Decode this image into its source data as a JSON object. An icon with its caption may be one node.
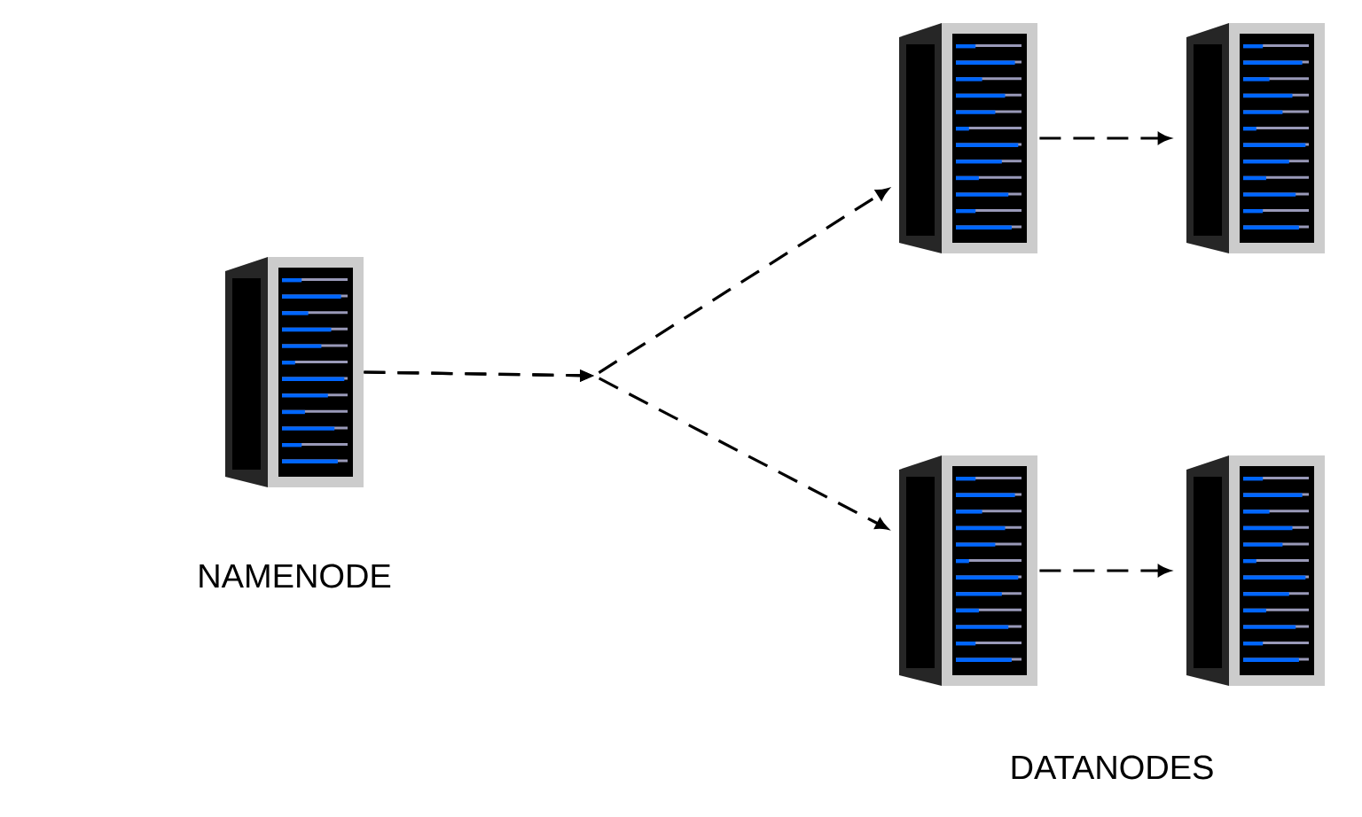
{
  "diagram": {
    "nodes": [
      {
        "text": [],
        "shape": "picture",
        "beside": [
          "NAMENODE"
        ]
      },
      {
        "text": [],
        "shape": "picture"
      },
      {
        "text": [],
        "shape": "picture"
      },
      {
        "text": [],
        "shape": "picture"
      },
      {
        "text": [],
        "shape": "picture"
      }
    ],
    "edges": [
      {
        "from": 0,
        "to": 1,
        "arrow": "to",
        "style": "dashed"
      },
      {
        "from": 0,
        "to": 3,
        "arrow": "to",
        "style": "dashed"
      },
      {
        "from": 1,
        "to": 2,
        "arrow": "to",
        "style": "dashed"
      },
      {
        "from": 3,
        "to": 4,
        "arrow": "to",
        "style": "dashed"
      }
    ],
    "labels": [
      "DATANODES"
    ]
  }
}
